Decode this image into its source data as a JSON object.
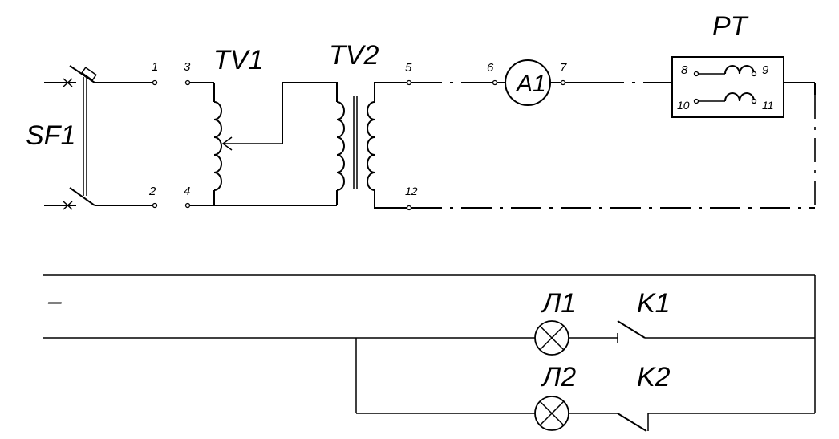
{
  "labels": {
    "sf1": "SF1",
    "tv1": "TV1",
    "tv2": "TV2",
    "rt": "PT",
    "a1": "A1",
    "l1": "Л1",
    "l2": "Л2",
    "k1": "K1",
    "k2": "K2",
    "minus": "–"
  },
  "terminals": {
    "t1": "1",
    "t2": "2",
    "t3": "3",
    "t4": "4",
    "t5": "5",
    "t6": "6",
    "t7": "7",
    "t8": "8",
    "t9": "9",
    "t10": "10",
    "t11": "11",
    "t12": "12"
  }
}
